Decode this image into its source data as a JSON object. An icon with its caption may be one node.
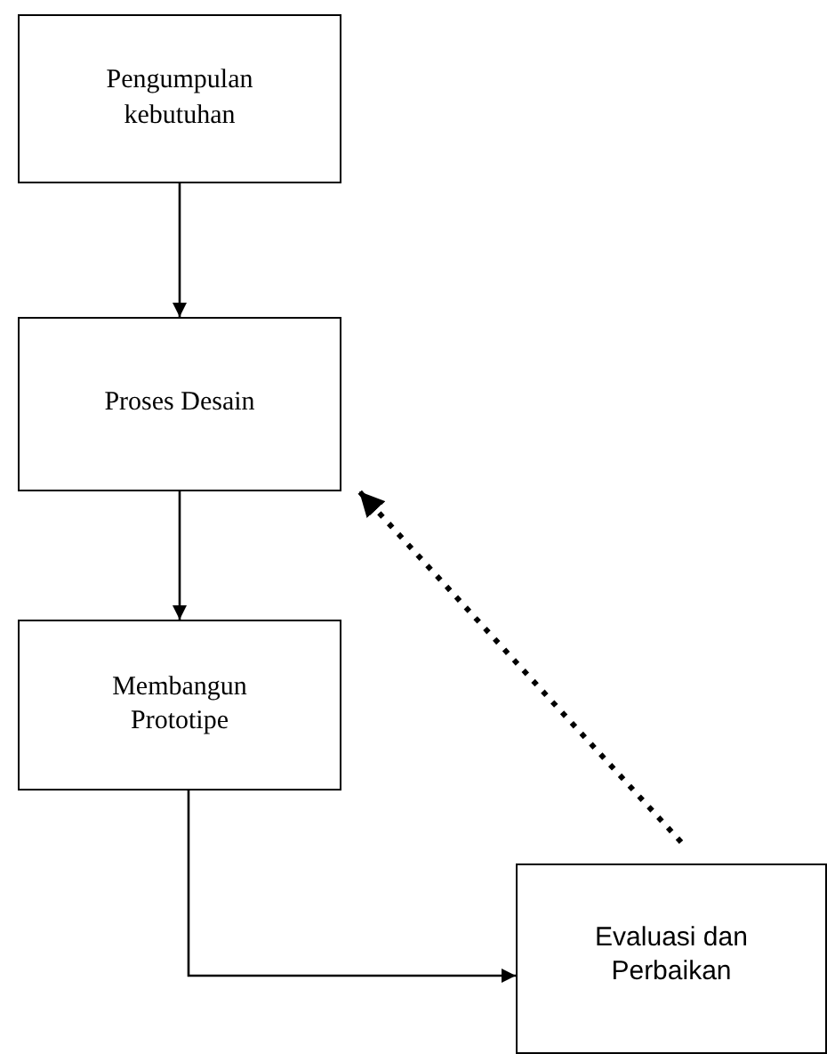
{
  "diagram": {
    "nodes": [
      {
        "text": [
          "Pengumpulan kebutuhan"
        ]
      },
      {
        "text": [
          "Proses Desain"
        ]
      },
      {
        "text": [
          "Membangun Prototipe"
        ]
      },
      {
        "text": [
          "Evaluasi dan Perbaikan"
        ]
      }
    ],
    "edges": [
      {
        "from": 0,
        "to": 1,
        "arrow": "to"
      },
      {
        "from": 1,
        "to": 2,
        "arrow": "to"
      },
      {
        "from": 2,
        "to": 3,
        "arrow": "to"
      },
      {
        "from": 3,
        "to": 1,
        "arrow": "to",
        "style": "dashed"
      }
    ]
  }
}
